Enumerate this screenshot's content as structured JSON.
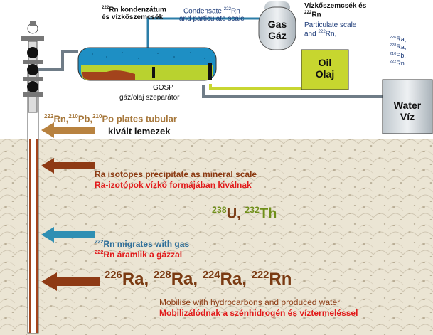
{
  "labels": {
    "rn_condensate_hu_line1": "Rn kondenzátum",
    "rn_condensate_hu_line1_sup": "222",
    "rn_condensate_hu_line2": "és vízkőszemcsék",
    "condensate_en_line1": "Condensate",
    "condensate_en_line1_sup": "222",
    "condensate_en_line1_tail": "Rn",
    "condensate_en_line2": "and particulate scale",
    "gas_en": "Gas",
    "gas_hu": "Gáz",
    "right_hu_line1": "Vízkőszemcsék és",
    "right_hu_line2_sup": "222",
    "right_hu_line2": "Rn",
    "right_en_line1": "Particulate scale",
    "right_en_line2": "and",
    "right_en_line2_sup": "222",
    "right_en_line2_tail": "Rn,",
    "water_isotopes": [
      {
        "sup": "226",
        "sym": "Ra,"
      },
      {
        "sup": "228",
        "sym": "Ra,"
      },
      {
        "sup": "210",
        "sym": "Pb,"
      },
      {
        "sup": "222",
        "sym": "Rn"
      }
    ],
    "oil_en": "Oil",
    "oil_hu": "Olaj",
    "water_en": "Water",
    "water_hu": "Víz",
    "gosp": "GOSP",
    "separator_hu": "gáz/olaj szeparátor",
    "tubular_en": {
      "parts": [
        {
          "sup": "222",
          "sym": "Rn,"
        },
        {
          "sup": "210",
          "sym": "Pb,"
        },
        {
          "sup": "210",
          "sym": "Po plates tubular"
        }
      ]
    },
    "tubular_hu": "kivált lemezek",
    "ra_scale_en": "Ra isotopes precipitate as mineral scale",
    "ra_scale_hu": "Ra-izotópok vízkő formájában kiválnak",
    "u_th": [
      {
        "sup": "238",
        "sym": "U,"
      },
      {
        "sup": "232",
        "sym": "Th"
      }
    ],
    "rn_gas_en_sup": "222",
    "rn_gas_en": "Rn migrates with gas",
    "rn_gas_hu_sup": "222",
    "rn_gas_hu": "Rn áramlik a gázzal",
    "ra_bottom": [
      {
        "sup": "226",
        "sym": "Ra,"
      },
      {
        "sup": "228",
        "sym": "Ra,"
      },
      {
        "sup": "224",
        "sym": "Ra,"
      },
      {
        "sup": "222",
        "sym": "Rn"
      }
    ],
    "mobilise_en": "Mobilise with hydrocarbons and produced water",
    "mobilise_hu": "Mobilizálódnak a szénhidrogén és víztermeléssel"
  },
  "colors": {
    "ground": "#ece6d6",
    "pipe_gray": "#6f7c87",
    "pipe_yellow": "#c8d631",
    "separator_blue": "#1e8fc4",
    "separator_green": "#b9d22f",
    "scale_brown": "#a3431c",
    "arrow_brown": "#8e3a14",
    "arrow_tan": "#b8823f",
    "arrow_blue": "#2f8fb3",
    "text_red": "#e11a1a",
    "text_brown": "#8b3a12",
    "text_uth_green": "#6f8f19",
    "text_uth_brown": "#7a3a12"
  },
  "icons": [
    "wellhead-valve-icon",
    "arrow-left-icon"
  ]
}
